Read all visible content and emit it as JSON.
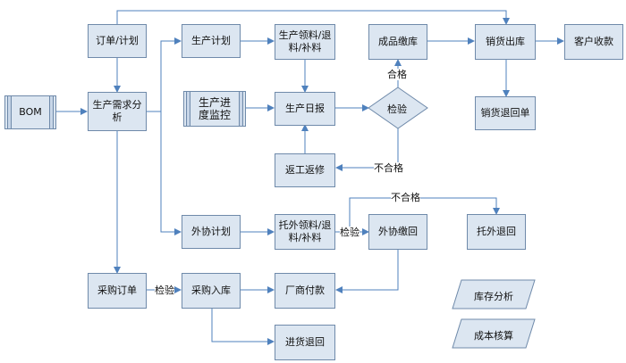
{
  "nodes": {
    "order_plan": "订单/计划",
    "bom": "BOM",
    "demand_analysis": "生产需求分析",
    "prod_plan": "生产计划",
    "prod_material": "生产领料/退料/补料",
    "progress_monitor": "生产进度监控",
    "daily_report": "生产日报",
    "inspect": "检验",
    "rework": "返工返修",
    "finished_storage": "成品缴库",
    "sales_out": "销货出库",
    "customer_pay": "客户收款",
    "sales_return": "销货退回单",
    "outsource_plan": "外协计划",
    "outsource_material": "托外领料/退料/补料",
    "outsource_return": "外协缴回",
    "outsource_back": "托外退回",
    "purchase_order": "采购订单",
    "purchase_in": "采购入库",
    "vendor_pay": "厂商付款",
    "purchase_return": "进货退回",
    "inventory_analysis": "库存分析",
    "cost_accounting": "成本核算"
  },
  "edge_labels": {
    "pass": "合格",
    "fail_rework": "不合格",
    "fail_outsource": "不合格",
    "inspect_outsource": "检验",
    "inspect_purchase": "检验"
  },
  "colors": {
    "box_fill": "#dce6f1",
    "box_border": "#6f8aaa",
    "line": "#4f81bd"
  }
}
